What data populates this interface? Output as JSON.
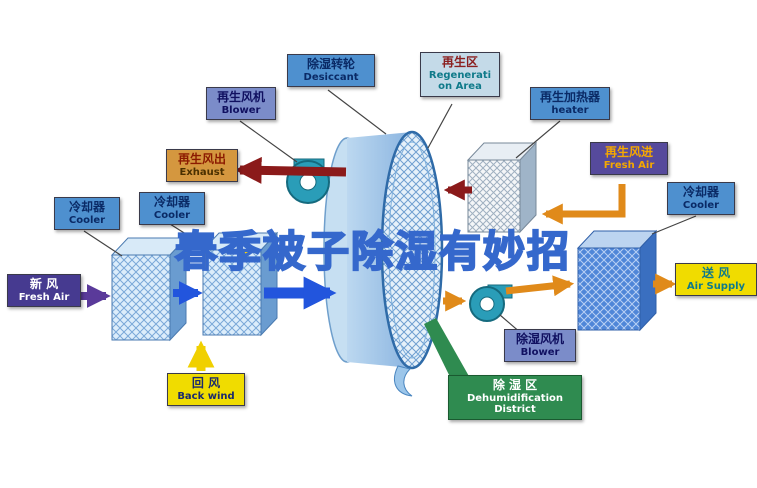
{
  "watermark": {
    "text": "春季被子除湿有妙招"
  },
  "palette": {
    "hot_air_arrow": "#8b1a1a",
    "warm_air_arrow": "#e08a1a",
    "cold_air_arrow": "#2255dd",
    "return_air_arrow": "#f0d000",
    "fresh_air_arrow": "#5a3a9a",
    "wheel_blue": "#a8cdec",
    "fan_teal": "#2a9db8",
    "zone_green": "#2f8b50"
  },
  "labels": {
    "desiccant": {
      "title": "除湿转轮",
      "subtitle": "Desiccant"
    },
    "regeneration_area": {
      "title": "再生区",
      "line1": "Regenerati",
      "line2": "on Area"
    },
    "regen_blower": {
      "title": "再生风机",
      "subtitle": "Blower"
    },
    "regen_heater": {
      "title": "再生加热器",
      "subtitle": "heater"
    },
    "exhaust": {
      "title": "再生风出",
      "subtitle": "Exhaust"
    },
    "regen_fresh_air": {
      "title": "再生风进",
      "subtitle": "Fresh Air"
    },
    "cooler_left_outer": {
      "title": "冷却器",
      "subtitle": "Cooler"
    },
    "cooler_left_inner": {
      "title": "冷却器",
      "subtitle": "Cooler"
    },
    "cooler_right": {
      "title": "冷却器",
      "subtitle": "Cooler"
    },
    "fresh_air_intake": {
      "title": "新  风",
      "subtitle": "Fresh Air"
    },
    "back_wind": {
      "title": "回  风",
      "subtitle": "Back wind"
    },
    "dehum_blower": {
      "title": "除湿风机",
      "subtitle": "Blower"
    },
    "dehum_district": {
      "title": "除  湿  区",
      "line1": "Dehumidification",
      "line2": "District"
    },
    "air_supply": {
      "title": "送  风",
      "subtitle": "Air Supply"
    }
  }
}
